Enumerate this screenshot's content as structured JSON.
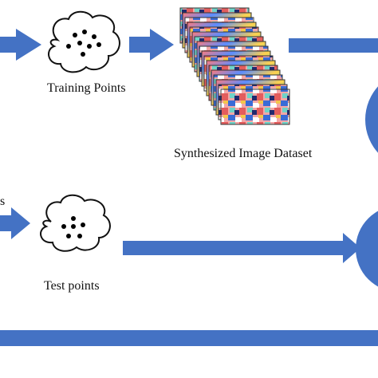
{
  "labels": {
    "training_points": "Training Points",
    "synthesized_dataset": "Synthesized Image Dataset",
    "test_points": "Test points",
    "edge_fragment": "s"
  },
  "colors": {
    "arrow_blue": "#4472C4",
    "dot": "#000000",
    "cloud_stroke": "#111111"
  },
  "icons": {
    "cloud": "point-cloud-icon",
    "image_stack": "image-stack-icon"
  }
}
